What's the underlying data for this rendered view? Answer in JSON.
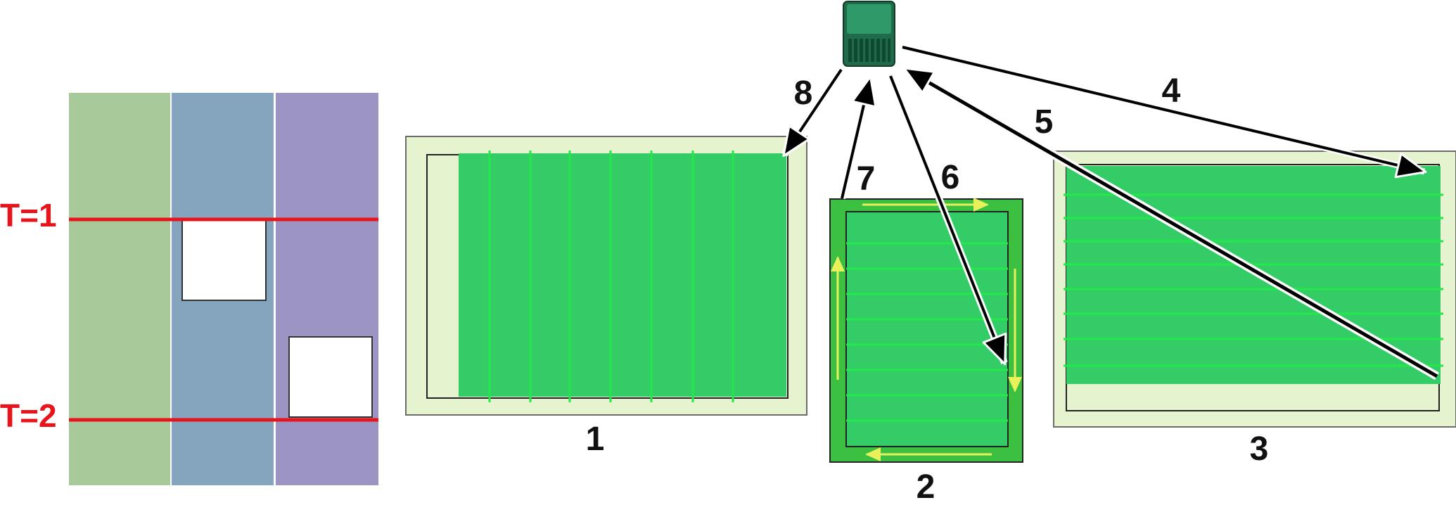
{
  "colors": {
    "lane_green": "#a8c99a",
    "lane_blue": "#85a5be",
    "lane_purple": "#9c94c2",
    "time_line": "#e8141b",
    "field_border": "#e6f3cf",
    "field_green": "#33cc66",
    "field_row": "#22e84a",
    "field2_outer": "#3cc042",
    "path_yellow": "#e9f15a",
    "device_dark": "#1f6b4a",
    "device_light": "#2e9a69",
    "arrow": "#000000"
  },
  "timeline": {
    "t1_label": "T=1",
    "t2_label": "T=2",
    "lanes": [
      "lane-green",
      "lane-blue",
      "lane-purple"
    ]
  },
  "fields": [
    {
      "id": "1",
      "label": "1",
      "row_orientation": "vertical"
    },
    {
      "id": "2",
      "label": "2",
      "row_orientation": "horizontal"
    },
    {
      "id": "3",
      "label": "3",
      "row_orientation": "horizontal"
    }
  ],
  "device": {
    "icon": "memory-card-icon"
  },
  "arrows": [
    {
      "label": "4",
      "from": "device",
      "to": "field-3"
    },
    {
      "label": "5",
      "from": "field-3",
      "to": "device"
    },
    {
      "label": "6",
      "from": "device",
      "to": "field-2"
    },
    {
      "label": "7",
      "from": "field-2",
      "to": "device"
    },
    {
      "label": "8",
      "from": "device",
      "to": "field-1"
    }
  ]
}
